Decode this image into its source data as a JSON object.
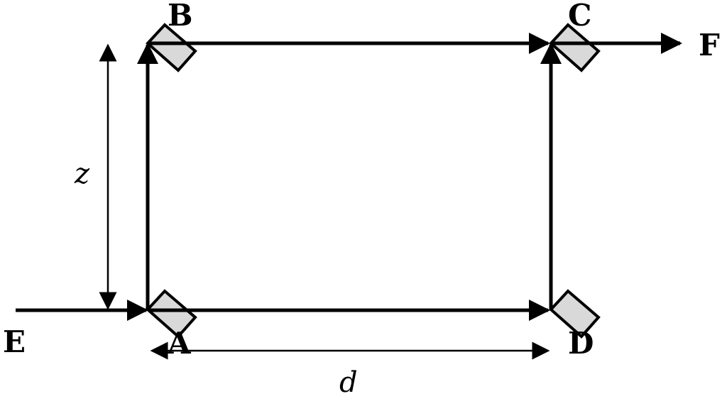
{
  "diagram": {
    "points": {
      "A": "A",
      "B": "B",
      "C": "C",
      "D": "D",
      "E": "E",
      "F": "F"
    },
    "dimensions": {
      "vertical": "z",
      "horizontal": "d"
    },
    "colors": {
      "line": "#000000",
      "mirror_fill": "#d9d9d9",
      "mirror_stroke": "#000000",
      "background": "#ffffff"
    },
    "icons": {
      "mirror": "mirror-icon"
    }
  }
}
